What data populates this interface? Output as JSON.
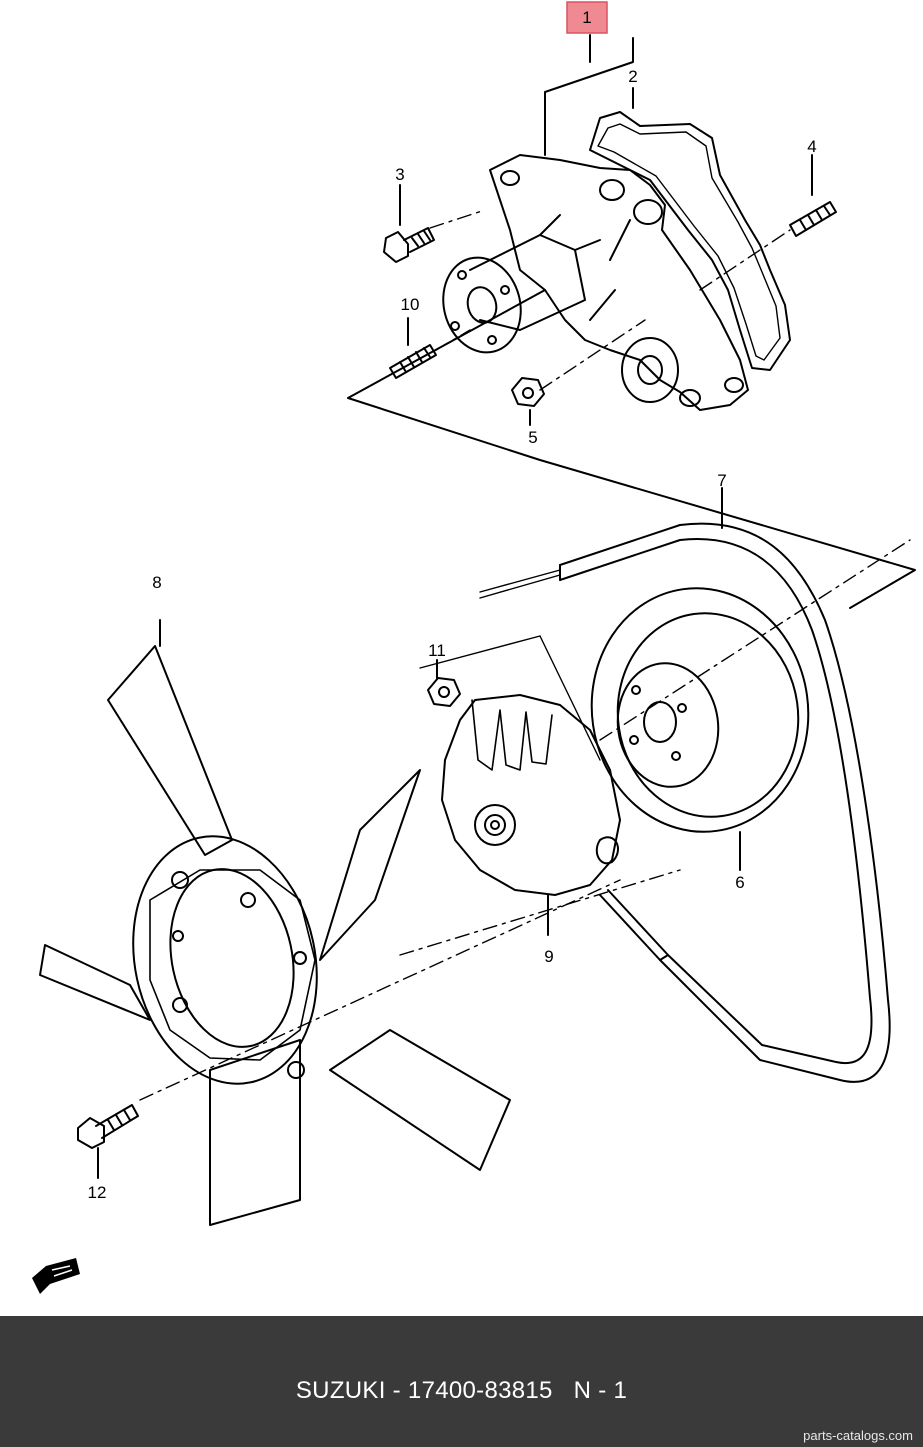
{
  "callouts": [
    {
      "id": "1",
      "label": "1",
      "highlighted": true
    },
    {
      "id": "2",
      "label": "2"
    },
    {
      "id": "3",
      "label": "3"
    },
    {
      "id": "4",
      "label": "4"
    },
    {
      "id": "5",
      "label": "5"
    },
    {
      "id": "6",
      "label": "6"
    },
    {
      "id": "7",
      "label": "7"
    },
    {
      "id": "8",
      "label": "8"
    },
    {
      "id": "9",
      "label": "9"
    },
    {
      "id": "10",
      "label": "10"
    },
    {
      "id": "11",
      "label": "11"
    },
    {
      "id": "12",
      "label": "12"
    }
  ],
  "footer": {
    "brand": "SUZUKI",
    "separator": " - ",
    "part_number": "17400-83815",
    "page": "N - 1",
    "watermark": "parts-catalogs.com"
  },
  "colors": {
    "highlight_fill": "#f08a92",
    "highlight_border": "#d9535f",
    "footer_bg": "#3a3a3a",
    "line": "#000000"
  },
  "icons": {
    "front_arrow": "front-direction-arrow-icon"
  }
}
